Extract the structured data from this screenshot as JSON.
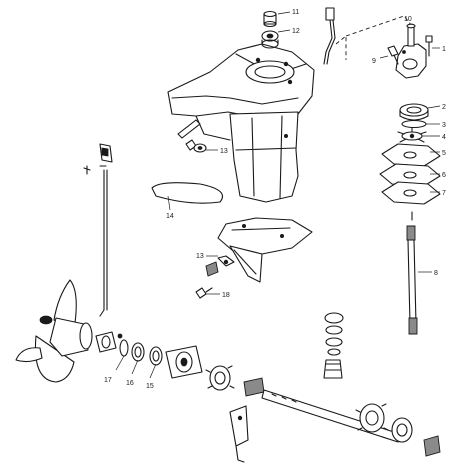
{
  "callouts": {
    "c1": "1",
    "c2": "2",
    "c3": "3",
    "c4": "4",
    "c5": "5",
    "c6": "6",
    "c7": "7",
    "c8": "8",
    "c9": "9",
    "c10": "10",
    "c11": "11",
    "c12": "12",
    "c13a": "13",
    "c13b": "13",
    "c14": "14",
    "c15": "15",
    "c16": "16",
    "c17": "17",
    "c18": "18"
  },
  "colors": {
    "line": "#1a1a1a",
    "background": "#ffffff",
    "shade": "#8a8a8a"
  }
}
